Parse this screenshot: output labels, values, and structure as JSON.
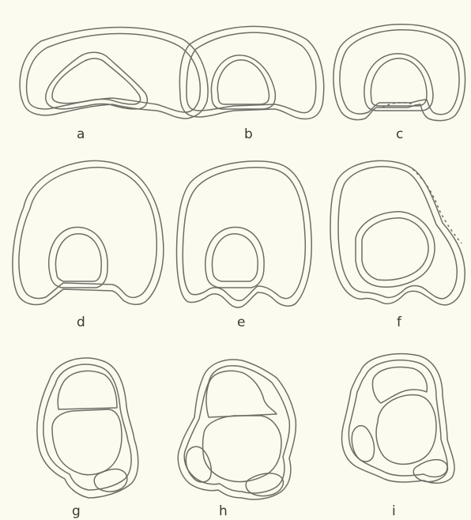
{
  "figure": {
    "colors": {
      "background": "#fbfbef",
      "stroke": "#6e6e68",
      "label": "#3a3a36"
    },
    "panels": [
      {
        "id": "a",
        "label": "a"
      },
      {
        "id": "b",
        "label": "b"
      },
      {
        "id": "c",
        "label": "c"
      },
      {
        "id": "d",
        "label": "d"
      },
      {
        "id": "e",
        "label": "e"
      },
      {
        "id": "f",
        "label": "f"
      },
      {
        "id": "g",
        "label": "g"
      },
      {
        "id": "h",
        "label": "h"
      },
      {
        "id": "i",
        "label": "i"
      }
    ]
  }
}
